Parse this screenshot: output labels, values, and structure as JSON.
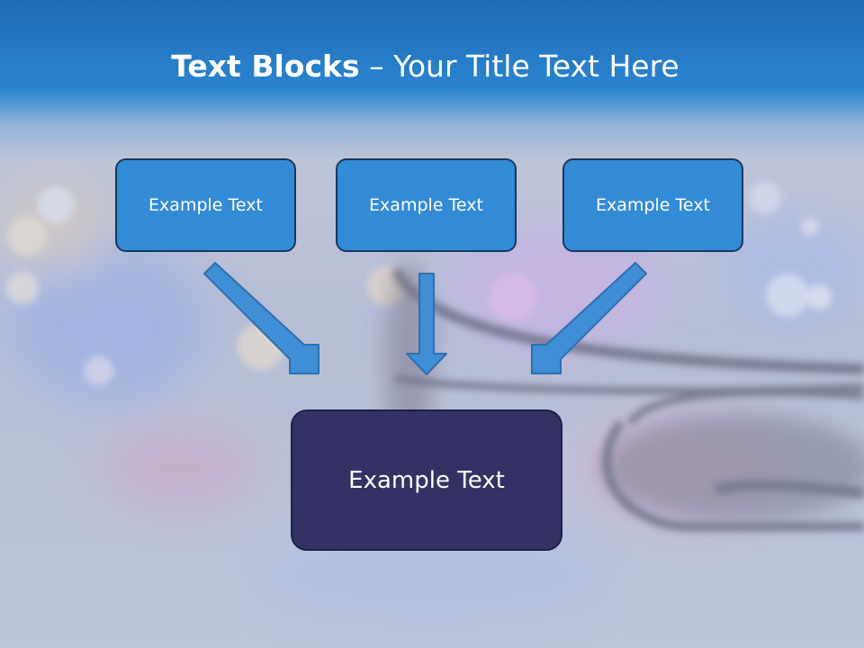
{
  "title": {
    "bold_part": "Text Blocks",
    "rest": " – Your Title Text Here"
  },
  "blocks": [
    {
      "label": "Example Text"
    },
    {
      "label": "Example Text"
    },
    {
      "label": "Example Text"
    }
  ],
  "target": {
    "label": "Example Text"
  },
  "colors": {
    "header": "#2a84d0",
    "box_fill": "#338bd7",
    "box_border": "#17375e",
    "target_fill": "#343264",
    "arrow_fill": "#3f8ed6"
  }
}
